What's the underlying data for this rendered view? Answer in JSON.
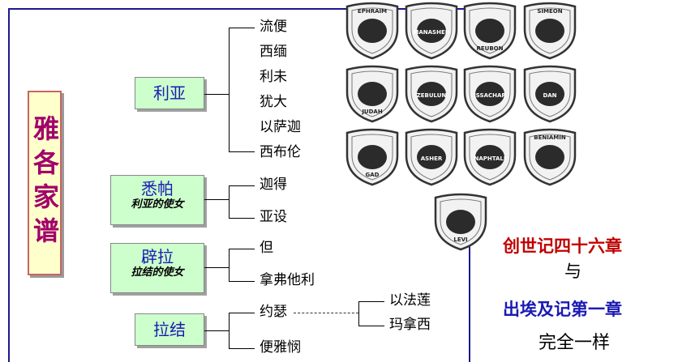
{
  "title": "雅各家谱",
  "groups": [
    {
      "name": "利亚",
      "subtitle": "",
      "members": [
        "流便",
        "西缅",
        "利未",
        "犹大",
        "以萨迦",
        "西布伦"
      ]
    },
    {
      "name": "悉帕",
      "subtitle": "利亚的使女",
      "members": [
        "迦得",
        "亚设"
      ]
    },
    {
      "name": "辟拉",
      "subtitle": "拉结的使女",
      "members": [
        "但",
        "拿弗他利"
      ]
    },
    {
      "name": "拉结",
      "subtitle": "",
      "members": [
        "约瑟",
        "便雅悯"
      ]
    }
  ],
  "joseph_sons": [
    "以法莲",
    "玛拿西"
  ],
  "tribes": [
    {
      "label": "EPHRAIM",
      "icon": "bull-icon"
    },
    {
      "label": "MANASHEH",
      "icon": "ox-icon"
    },
    {
      "label": "REUBON",
      "icon": "mandrake-icon"
    },
    {
      "label": "SIMEON",
      "icon": "crossed-swords-icon"
    },
    {
      "label": "JUDAH",
      "icon": "lion-icon"
    },
    {
      "label": "ZEBULUN",
      "icon": "ship-icon"
    },
    {
      "label": "ISSACHAR",
      "icon": "donkey-icon"
    },
    {
      "label": "DAN",
      "icon": "serpent-icon"
    },
    {
      "label": "GAD",
      "icon": "tent-icon"
    },
    {
      "label": "ASHER",
      "icon": "eagle-icon"
    },
    {
      "label": "NAPHTALI",
      "icon": "deer-icon"
    },
    {
      "label": "BENIAMIN",
      "icon": "wolf-icon"
    },
    {
      "label": "LEVI",
      "icon": "urim-thummim-icon"
    }
  ],
  "notes": {
    "line1": "创世记四十六章",
    "line2": "与",
    "line3": "出埃及记第一章",
    "line4": "完全一样"
  },
  "colors": {
    "frame": "#1a1a8c",
    "title_text": "#a0006a",
    "node_fill": "#ccffcc",
    "node_text": "#1a1ab4",
    "note_red": "#c00000",
    "note_blue": "#1a1ab4"
  }
}
